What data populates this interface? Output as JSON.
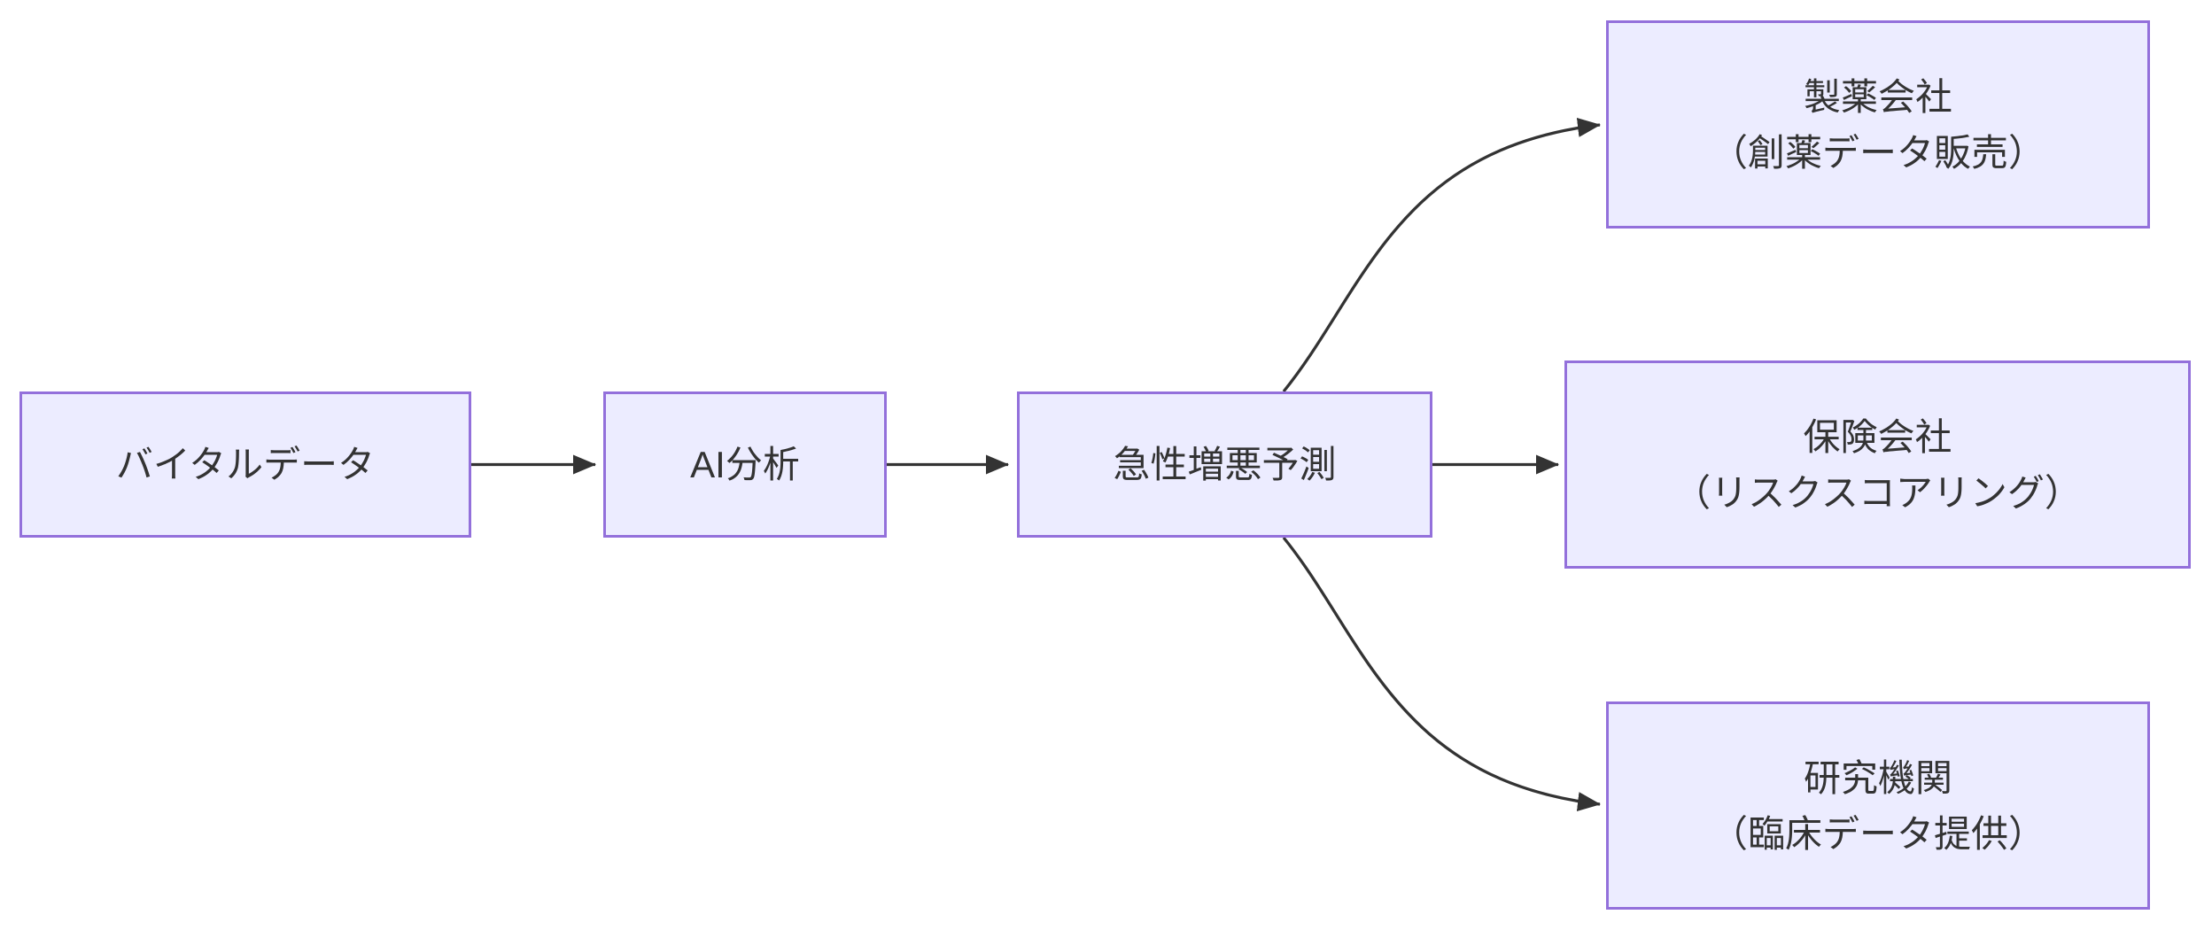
{
  "diagram": {
    "type": "flowchart",
    "direction": "left-to-right",
    "background_color": "#ffffff",
    "node_fill_color": "#ECECFF",
    "node_border_color": "#9370DB",
    "edge_color": "#333333",
    "text_color": "#333333",
    "nodes": [
      {
        "id": "vital",
        "label": "バイタルデータ"
      },
      {
        "id": "ai",
        "label": "AI分析"
      },
      {
        "id": "predict",
        "label": "急性増悪予測"
      },
      {
        "id": "pharma",
        "label": "製薬会社",
        "sublabel": "（創薬データ販売）"
      },
      {
        "id": "insurance",
        "label": "保険会社",
        "sublabel": "（リスクスコアリング）"
      },
      {
        "id": "research",
        "label": "研究機関",
        "sublabel": "（臨床データ提供）"
      }
    ],
    "edges": [
      {
        "from": "バイタルデータ",
        "to": "AI分析"
      },
      {
        "from": "AI分析",
        "to": "急性増悪予測"
      },
      {
        "from": "急性増悪予測",
        "to": "製薬会社（創薬データ販売）"
      },
      {
        "from": "急性増悪予測",
        "to": "保険会社（リスクスコアリング）"
      },
      {
        "from": "急性増悪予測",
        "to": "研究機関（臨床データ提供）"
      }
    ]
  }
}
